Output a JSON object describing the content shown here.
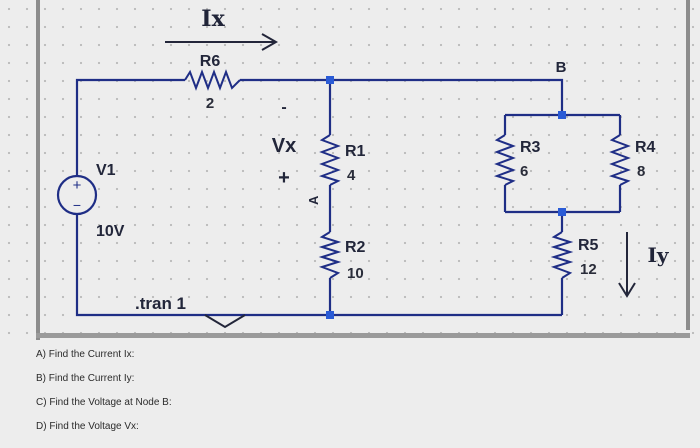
{
  "labels": {
    "ix": "Ix",
    "iy": "Iy",
    "vx": "Vx",
    "vx_minus": "-",
    "vx_plus": "+",
    "node_b": "B",
    "tran": ".tran 1",
    "src_plus": "+",
    "src_minus": "−",
    "a_mark": "A"
  },
  "source": {
    "name": "V1",
    "value": "10V"
  },
  "resistors": [
    {
      "name": "R6",
      "value": "2"
    },
    {
      "name": "R1",
      "value": "4"
    },
    {
      "name": "R2",
      "value": "10"
    },
    {
      "name": "R3",
      "value": "6"
    },
    {
      "name": "R4",
      "value": "8"
    },
    {
      "name": "R5",
      "value": "12"
    }
  ],
  "questions": [
    "A) Find the Current Ix:",
    "B) Find the Current Iy:",
    "C) Find the Voltage at Node B:",
    "D) Find the Voltage Vx:"
  ],
  "colors": {
    "wire": "#1f2e86",
    "node": "#2a5bd6",
    "background": "#ededed",
    "grid_dot": "#b9b9b9"
  }
}
